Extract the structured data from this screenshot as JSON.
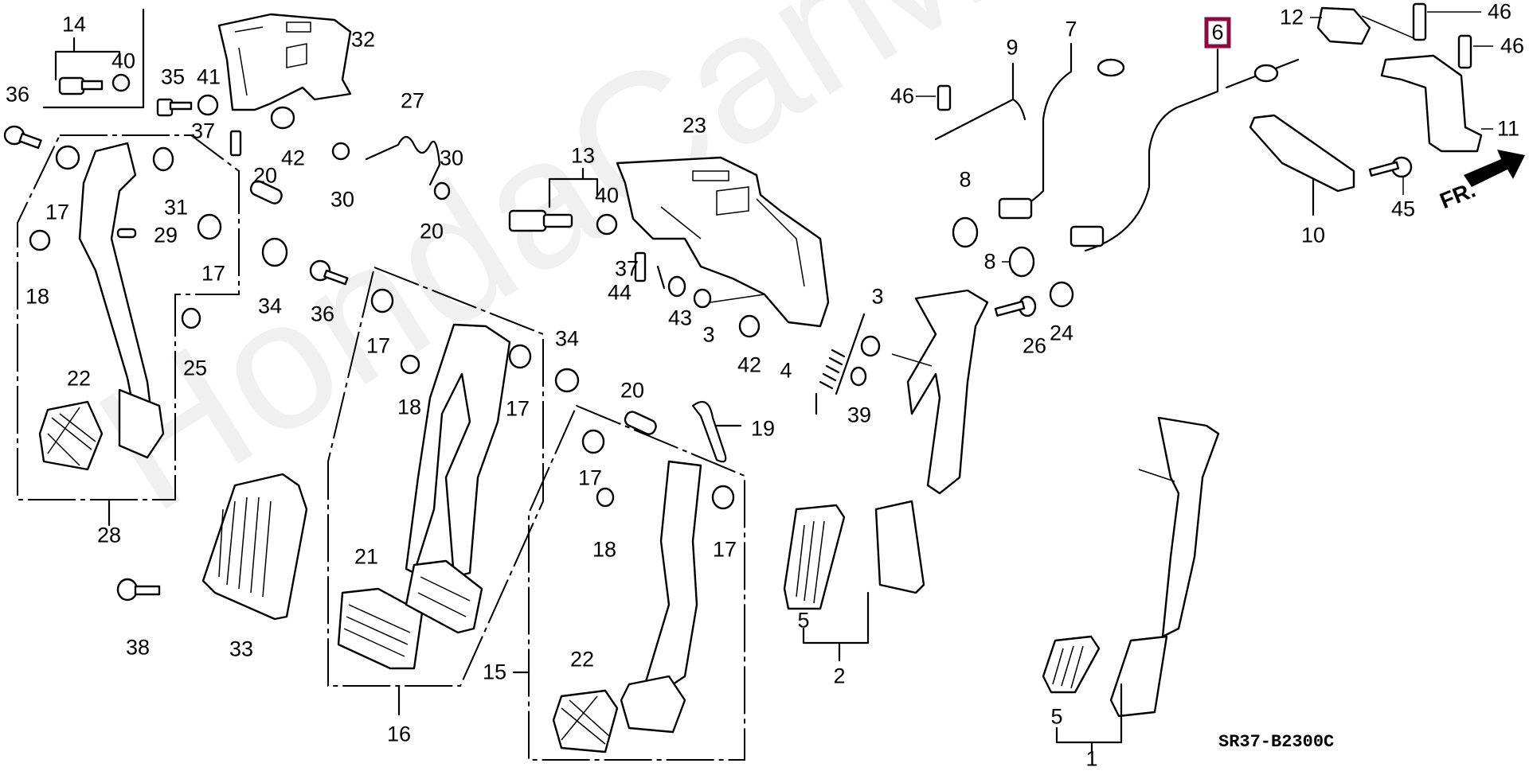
{
  "diagram": {
    "title": "Pedal assembly parts diagram",
    "code": "SR37-B2300C",
    "watermark": "HondaCarMan.ru",
    "direction_label": "FR.",
    "highlight_color": "#8c0b3a",
    "highlighted_part": "6",
    "callouts": [
      {
        "id": "c14",
        "label": "14"
      },
      {
        "id": "c40a",
        "label": "40"
      },
      {
        "id": "c35",
        "label": "35"
      },
      {
        "id": "c41",
        "label": "41"
      },
      {
        "id": "c36a",
        "label": "36"
      },
      {
        "id": "c37a",
        "label": "37"
      },
      {
        "id": "c42a",
        "label": "42"
      },
      {
        "id": "c32",
        "label": "32"
      },
      {
        "id": "c27",
        "label": "27"
      },
      {
        "id": "c17a",
        "label": "17"
      },
      {
        "id": "c31",
        "label": "31"
      },
      {
        "id": "c29",
        "label": "29"
      },
      {
        "id": "c20a",
        "label": "20"
      },
      {
        "id": "c30a",
        "label": "30"
      },
      {
        "id": "c30b",
        "label": "30"
      },
      {
        "id": "c17b",
        "label": "17"
      },
      {
        "id": "c18a",
        "label": "18"
      },
      {
        "id": "c34a",
        "label": "34"
      },
      {
        "id": "c36b",
        "label": "36"
      },
      {
        "id": "c25",
        "label": "25"
      },
      {
        "id": "c22a",
        "label": "22"
      },
      {
        "id": "c28",
        "label": "28"
      },
      {
        "id": "c38",
        "label": "38"
      },
      {
        "id": "c33",
        "label": "33"
      },
      {
        "id": "c20b",
        "label": "20"
      },
      {
        "id": "c17c",
        "label": "17"
      },
      {
        "id": "c18b",
        "label": "18"
      },
      {
        "id": "c17d",
        "label": "17"
      },
      {
        "id": "c34b",
        "label": "34"
      },
      {
        "id": "c21",
        "label": "21"
      },
      {
        "id": "c16",
        "label": "16"
      },
      {
        "id": "c15",
        "label": "15"
      },
      {
        "id": "c22b",
        "label": "22"
      },
      {
        "id": "c20c",
        "label": "20"
      },
      {
        "id": "c19",
        "label": "19"
      },
      {
        "id": "c17e",
        "label": "17"
      },
      {
        "id": "c18c",
        "label": "18"
      },
      {
        "id": "c17f",
        "label": "17"
      },
      {
        "id": "c13",
        "label": "13"
      },
      {
        "id": "c40b",
        "label": "40"
      },
      {
        "id": "c23",
        "label": "23"
      },
      {
        "id": "c37b",
        "label": "37"
      },
      {
        "id": "c44",
        "label": "44"
      },
      {
        "id": "c43",
        "label": "43"
      },
      {
        "id": "c3a",
        "label": "3"
      },
      {
        "id": "c42b",
        "label": "42"
      },
      {
        "id": "c4",
        "label": "4"
      },
      {
        "id": "c3b",
        "label": "3"
      },
      {
        "id": "c39",
        "label": "39"
      },
      {
        "id": "c5a",
        "label": "5"
      },
      {
        "id": "c2",
        "label": "2"
      },
      {
        "id": "c9",
        "label": "9"
      },
      {
        "id": "c7",
        "label": "7"
      },
      {
        "id": "c46a",
        "label": "46"
      },
      {
        "id": "c8a",
        "label": "8"
      },
      {
        "id": "c8b",
        "label": "8"
      },
      {
        "id": "c26",
        "label": "26"
      },
      {
        "id": "c24",
        "label": "24"
      },
      {
        "id": "c6",
        "label": "6"
      },
      {
        "id": "c12",
        "label": "12"
      },
      {
        "id": "c46b",
        "label": "46"
      },
      {
        "id": "c46c",
        "label": "46"
      },
      {
        "id": "c11",
        "label": "11"
      },
      {
        "id": "c10",
        "label": "10"
      },
      {
        "id": "c45",
        "label": "45"
      },
      {
        "id": "c5b",
        "label": "5"
      },
      {
        "id": "c1",
        "label": "1"
      }
    ]
  }
}
